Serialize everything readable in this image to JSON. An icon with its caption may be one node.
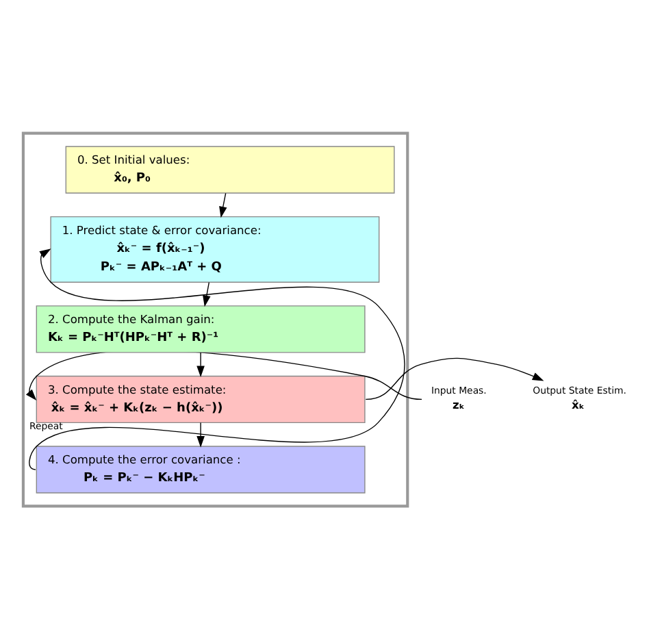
{
  "diagram": {
    "nodes": [
      {
        "text": [],
        "shape": "box"
      },
      {
        "text": [
          "0. Set Initial values:",
          "x̂₀, P₀"
        ],
        "in": 0
      },
      {
        "text": [
          "1. Predict state & error covariance:",
          "x̂ₖ⁻ = f(x̂ₖ₋₁⁻)",
          "Pₖ⁻ = APₖ₋₁Aᵀ + Q"
        ],
        "in": 0
      },
      {
        "text": [
          "2. Compute the Kalman gain:",
          "Kₖ = Pₖ⁻Hᵀ(HPₖ⁻Hᵀ + R)⁻¹"
        ],
        "in": 0
      },
      {
        "text": [
          "3. Compute the state estimate:",
          "x̂ₖ = x̂ₖ⁻ + Kₖ(zₖ − h(x̂ₖ⁻))"
        ],
        "in": 0
      },
      {
        "text": [
          "4. Compute the error covariance :",
          "Pₖ = Pₖ⁻ − KₖHPₖ⁻"
        ],
        "in": 0
      },
      {
        "text": [
          "Input Meas.",
          "zₖ"
        ]
      },
      {
        "text": [
          "Output State Estim.",
          "x̂ₖ"
        ]
      }
    ],
    "edges": [
      {
        "from": 1,
        "to": 2,
        "arrow": "to"
      },
      {
        "from": 2,
        "to": 3,
        "arrow": "to"
      },
      {
        "from": 3,
        "to": 4,
        "arrow": "to"
      },
      {
        "from": 4,
        "to": 5,
        "arrow": "to"
      },
      {
        "from": 5,
        "to": 2,
        "arrow": "to",
        "label": "Repeat"
      },
      {
        "from": 6,
        "to": 4,
        "arrow": "to"
      },
      {
        "from": 4,
        "to": 7,
        "arrow": "to"
      }
    ]
  }
}
